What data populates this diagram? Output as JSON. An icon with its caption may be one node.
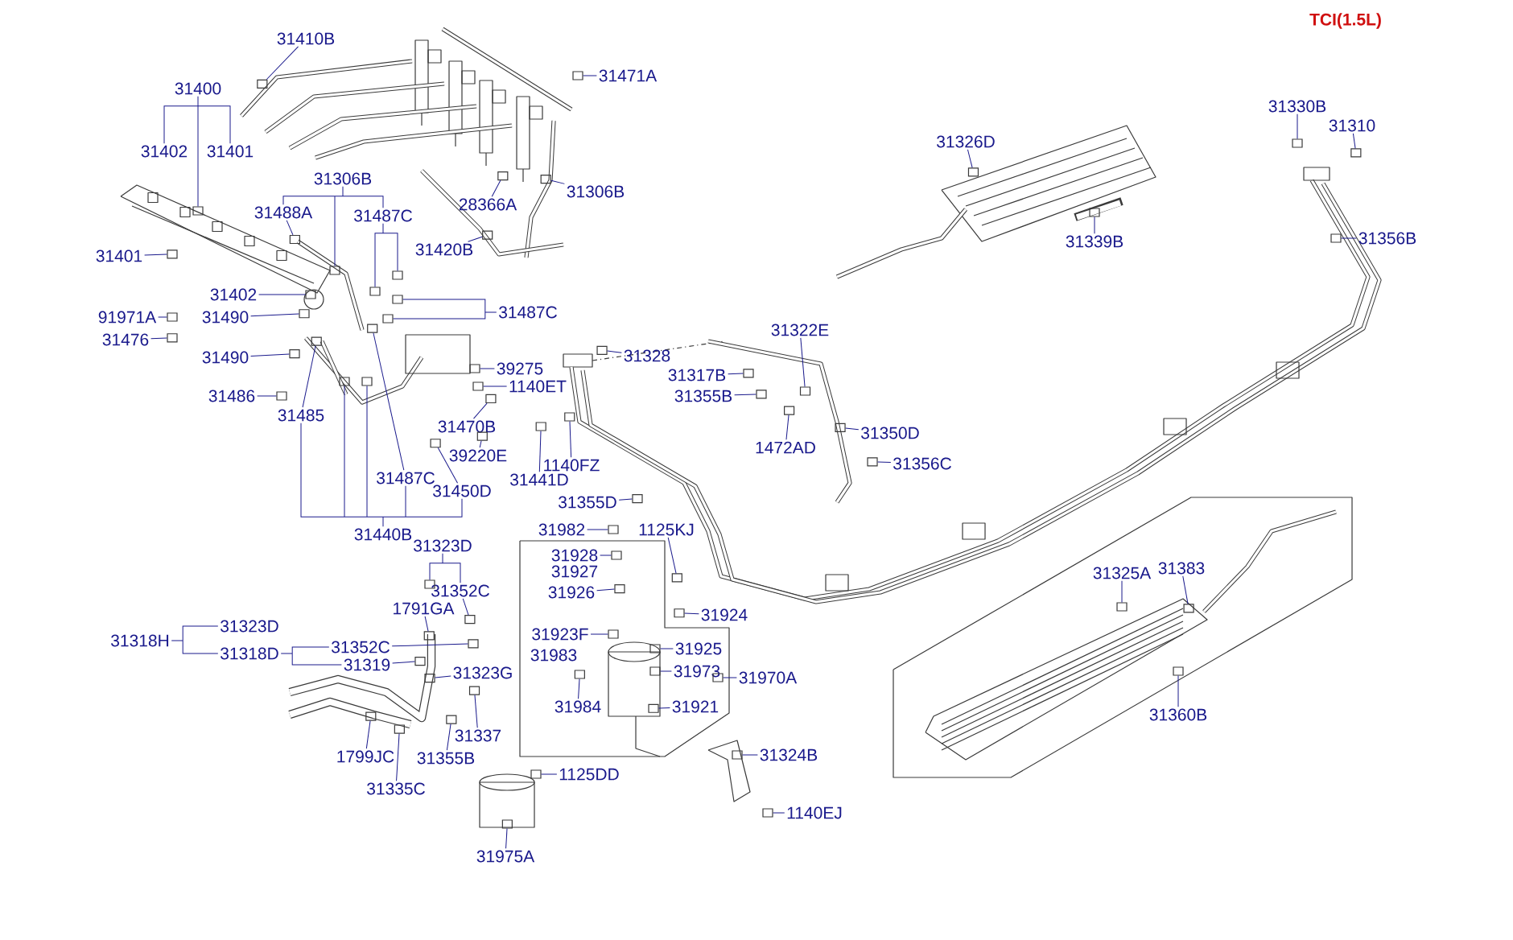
{
  "diagram": {
    "nodes": [
      {
        "text": [
          "31410B"
        ]
      },
      {
        "text": [
          "31471A"
        ]
      },
      {
        "text": [
          "31400"
        ]
      },
      {
        "text": [
          "31402"
        ]
      },
      {
        "text": [
          "31401"
        ]
      },
      {
        "text": [
          "31306B"
        ]
      },
      {
        "text": [
          "31488A"
        ]
      },
      {
        "text": [
          "31487C"
        ]
      },
      {
        "text": [
          "28366A"
        ]
      },
      {
        "text": [
          "31306B"
        ]
      },
      {
        "text": [
          "31420B"
        ]
      },
      {
        "text": [
          "31401"
        ]
      },
      {
        "text": [
          "31402"
        ]
      },
      {
        "text": [
          "91971A"
        ]
      },
      {
        "text": [
          "31490"
        ]
      },
      {
        "text": [
          "31476"
        ]
      },
      {
        "text": [
          "31490"
        ]
      },
      {
        "text": [
          "31487C"
        ]
      },
      {
        "text": [
          "39275"
        ]
      },
      {
        "text": [
          "1140ET"
        ]
      },
      {
        "text": [
          "31486"
        ]
      },
      {
        "text": [
          "31485"
        ]
      },
      {
        "text": [
          "31470B"
        ]
      },
      {
        "text": [
          "39220E"
        ]
      },
      {
        "text": [
          "31441D"
        ]
      },
      {
        "text": [
          "1140FZ"
        ]
      },
      {
        "text": [
          "31487C"
        ]
      },
      {
        "text": [
          "31450D"
        ]
      },
      {
        "text": [
          "31440B"
        ]
      },
      {
        "text": [
          "31323D"
        ]
      },
      {
        "text": [
          "31352C"
        ]
      },
      {
        "text": [
          "1791GA"
        ]
      },
      {
        "text": [
          "31318H"
        ]
      },
      {
        "text": [
          "31323D"
        ]
      },
      {
        "text": [
          "31318D"
        ]
      },
      {
        "text": [
          "31352C"
        ]
      },
      {
        "text": [
          "31319"
        ]
      },
      {
        "text": [
          "31323G"
        ]
      },
      {
        "text": [
          "31337"
        ]
      },
      {
        "text": [
          "1799JC"
        ]
      },
      {
        "text": [
          "31355B"
        ]
      },
      {
        "text": [
          "31335C"
        ]
      },
      {
        "text": [
          "1125DD"
        ]
      },
      {
        "text": [
          "31975A"
        ]
      },
      {
        "text": [
          "31326D"
        ]
      },
      {
        "text": [
          "31339B"
        ]
      },
      {
        "text": [
          "31330B"
        ]
      },
      {
        "text": [
          "31310"
        ]
      },
      {
        "text": [
          "31356B"
        ]
      },
      {
        "text": [
          "31322E"
        ]
      },
      {
        "text": [
          "31328"
        ]
      },
      {
        "text": [
          "31317B"
        ]
      },
      {
        "text": [
          "31355B"
        ]
      },
      {
        "text": [
          "1472AD"
        ]
      },
      {
        "text": [
          "31350D"
        ]
      },
      {
        "text": [
          "31356C"
        ]
      },
      {
        "text": [
          "31355D"
        ]
      },
      {
        "text": [
          "31982"
        ]
      },
      {
        "text": [
          "1125KJ"
        ]
      },
      {
        "text": [
          "31928"
        ]
      },
      {
        "text": [
          "31926"
        ]
      },
      {
        "text": [
          "31924"
        ]
      },
      {
        "text": [
          "31923F"
        ]
      },
      {
        "text": [
          "31925"
        ]
      },
      {
        "text": [
          "31973"
        ]
      },
      {
        "text": [
          "31970A"
        ]
      },
      {
        "text": [
          "31984"
        ]
      },
      {
        "text": [
          "31921"
        ]
      },
      {
        "text": [
          "31324B"
        ]
      },
      {
        "text": [
          "1140EJ"
        ]
      },
      {
        "text": [
          "31325A"
        ]
      },
      {
        "text": [
          "31383"
        ]
      },
      {
        "text": [
          "31360B"
        ]
      },
      {
        "text": [],
        "shape": "box"
      },
      {
        "text": [],
        "shape": "box"
      },
      {
        "text": [],
        "shape": "box"
      },
      {
        "text": [],
        "shape": "box"
      },
      {
        "text": [],
        "shape": "box"
      },
      {
        "text": [],
        "shape": "box"
      },
      {
        "text": [],
        "shape": "box"
      },
      {
        "text": [],
        "shape": "box"
      },
      {
        "text": [],
        "shape": "box"
      },
      {
        "text": [],
        "shape": "box"
      },
      {
        "text": [],
        "shape": "box"
      },
      {
        "text": [],
        "shape": "box"
      },
      {
        "text": [],
        "shape": "box"
      },
      {
        "text": [],
        "shape": "box"
      },
      {
        "text": [],
        "shape": "box"
      },
      {
        "text": [],
        "shape": "box"
      },
      {
        "text": [],
        "shape": "box"
      },
      {
        "text": [],
        "shape": "box"
      },
      {
        "text": [],
        "shape": "box"
      },
      {
        "text": [],
        "shape": "box"
      },
      {
        "text": [],
        "shape": "box"
      },
      {
        "text": [],
        "shape": "box"
      },
      {
        "text": [],
        "shape": "box"
      },
      {
        "text": [],
        "shape": "box"
      },
      {
        "text": [],
        "shape": "box"
      },
      {
        "text": [],
        "shape": "box"
      },
      {
        "text": [],
        "shape": "box"
      },
      {
        "text": [],
        "shape": "box"
      },
      {
        "text": [],
        "shape": "box"
      },
      {
        "text": [],
        "shape": "box"
      },
      {
        "text": [],
        "shape": "box"
      },
      {
        "text": [],
        "shape": "box"
      },
      {
        "text": [],
        "shape": "box"
      },
      {
        "text": [],
        "shape": "box"
      },
      {
        "text": [],
        "shape": "box"
      },
      {
        "text": [],
        "shape": "box"
      },
      {
        "text": [],
        "shape": "box"
      },
      {
        "text": [],
        "shape": "box"
      },
      {
        "text": [],
        "shape": "box"
      },
      {
        "text": [],
        "shape": "box"
      },
      {
        "text": [],
        "shape": "box"
      },
      {
        "text": [],
        "shape": "box"
      },
      {
        "text": [],
        "shape": "box"
      },
      {
        "text": [],
        "shape": "box"
      },
      {
        "text": [],
        "shape": "box"
      },
      {
        "text": [],
        "shape": "box"
      },
      {
        "text": [],
        "shape": "box"
      },
      {
        "text": [],
        "shape": "box"
      },
      {
        "text": [],
        "shape": "box"
      },
      {
        "text": [],
        "shape": "box"
      },
      {
        "text": [],
        "shape": "box"
      },
      {
        "text": [],
        "shape": "box"
      },
      {
        "text": [],
        "shape": "box"
      },
      {
        "text": [],
        "shape": "box"
      },
      {
        "text": [],
        "shape": "box"
      },
      {
        "text": [],
        "shape": "box"
      },
      {
        "text": [],
        "shape": "box"
      },
      {
        "text": [],
        "shape": "box"
      },
      {
        "text": [],
        "shape": "box"
      },
      {
        "text": [],
        "shape": "box"
      },
      {
        "text": [],
        "shape": "box"
      },
      {
        "text": [],
        "shape": "box"
      },
      {
        "text": [],
        "shape": "box"
      },
      {
        "text": [],
        "shape": "box"
      },
      {
        "text": [],
        "shape": "box"
      },
      {
        "text": [],
        "shape": "box"
      },
      {
        "text": [],
        "shape": "box"
      },
      {
        "text": [],
        "shape": "box"
      },
      {
        "text": [],
        "shape": "box"
      },
      {
        "text": [],
        "shape": "box"
      },
      {
        "text": [],
        "shape": "box"
      }
    ],
    "edges": [
      {
        "from": 0,
        "to": 73,
        "arrow": "none"
      },
      {
        "from": 1,
        "to": 74,
        "arrow": "none"
      },
      {
        "from": 2,
        "to": 3,
        "arrow": "none"
      },
      {
        "from": 2,
        "to": 4,
        "arrow": "none"
      },
      {
        "from": 2,
        "to": 75,
        "arrow": "none"
      },
      {
        "from": 5,
        "to": 6,
        "arrow": "none"
      },
      {
        "from": 5,
        "to": 7,
        "arrow": "none"
      },
      {
        "from": 5,
        "to": 76,
        "arrow": "none"
      },
      {
        "from": 6,
        "to": 77,
        "arrow": "none"
      },
      {
        "from": 7,
        "to": 78,
        "arrow": "none"
      },
      {
        "from": 7,
        "to": 79,
        "arrow": "none"
      },
      {
        "from": 8,
        "to": 80,
        "arrow": "none"
      },
      {
        "from": 9,
        "to": 81,
        "arrow": "none"
      },
      {
        "from": 10,
        "to": 82,
        "arrow": "none"
      },
      {
        "from": 11,
        "to": 83,
        "arrow": "none"
      },
      {
        "from": 12,
        "to": 84,
        "arrow": "none"
      },
      {
        "from": 13,
        "to": 85,
        "arrow": "none"
      },
      {
        "from": 14,
        "to": 86,
        "arrow": "none"
      },
      {
        "from": 15,
        "to": 87,
        "arrow": "none"
      },
      {
        "from": 16,
        "to": 88,
        "arrow": "none"
      },
      {
        "from": 17,
        "to": 89,
        "arrow": "none"
      },
      {
        "from": 17,
        "to": 90,
        "arrow": "none"
      },
      {
        "from": 18,
        "to": 91,
        "arrow": "none"
      },
      {
        "from": 19,
        "to": 92,
        "arrow": "none"
      },
      {
        "from": 20,
        "to": 93,
        "arrow": "none"
      },
      {
        "from": 21,
        "to": 94,
        "arrow": "none"
      },
      {
        "from": 22,
        "to": 95,
        "arrow": "none"
      },
      {
        "from": 23,
        "to": 96,
        "arrow": "none"
      },
      {
        "from": 24,
        "to": 97,
        "arrow": "none"
      },
      {
        "from": 25,
        "to": 98,
        "arrow": "none"
      },
      {
        "from": 26,
        "to": 99,
        "arrow": "none"
      },
      {
        "from": 27,
        "to": 100,
        "arrow": "none"
      },
      {
        "from": 28,
        "to": 21,
        "arrow": "none"
      },
      {
        "from": 28,
        "to": 26,
        "arrow": "none"
      },
      {
        "from": 28,
        "to": 27,
        "arrow": "none"
      },
      {
        "from": 28,
        "to": 101,
        "arrow": "none"
      },
      {
        "from": 28,
        "to": 102,
        "arrow": "none"
      },
      {
        "from": 29,
        "to": 30,
        "arrow": "none"
      },
      {
        "from": 29,
        "to": 103,
        "arrow": "none"
      },
      {
        "from": 30,
        "to": 104,
        "arrow": "none"
      },
      {
        "from": 31,
        "to": 105,
        "arrow": "none"
      },
      {
        "from": 32,
        "to": 33,
        "arrow": "none"
      },
      {
        "from": 32,
        "to": 34,
        "arrow": "none"
      },
      {
        "from": 34,
        "to": 35,
        "arrow": "none"
      },
      {
        "from": 34,
        "to": 36,
        "arrow": "none"
      },
      {
        "from": 35,
        "to": 106,
        "arrow": "none"
      },
      {
        "from": 36,
        "to": 107,
        "arrow": "none"
      },
      {
        "from": 37,
        "to": 108,
        "arrow": "none"
      },
      {
        "from": 38,
        "to": 109,
        "arrow": "none"
      },
      {
        "from": 39,
        "to": 110,
        "arrow": "none"
      },
      {
        "from": 40,
        "to": 111,
        "arrow": "none"
      },
      {
        "from": 41,
        "to": 112,
        "arrow": "none"
      },
      {
        "from": 42,
        "to": 113,
        "arrow": "none"
      },
      {
        "from": 43,
        "to": 114,
        "arrow": "none"
      },
      {
        "from": 44,
        "to": 115,
        "arrow": "none"
      },
      {
        "from": 45,
        "to": 116,
        "arrow": "none"
      },
      {
        "from": 46,
        "to": 117,
        "arrow": "none"
      },
      {
        "from": 47,
        "to": 118,
        "arrow": "none"
      },
      {
        "from": 48,
        "to": 119,
        "arrow": "none"
      },
      {
        "from": 49,
        "to": 120,
        "arrow": "none"
      },
      {
        "from": 50,
        "to": 121,
        "arrow": "none"
      },
      {
        "from": 51,
        "to": 122,
        "arrow": "none"
      },
      {
        "from": 52,
        "to": 123,
        "arrow": "none"
      },
      {
        "from": 53,
        "to": 124,
        "arrow": "none"
      },
      {
        "from": 54,
        "to": 125,
        "arrow": "none"
      },
      {
        "from": 55,
        "to": 126,
        "arrow": "none"
      },
      {
        "from": 56,
        "to": 127,
        "arrow": "none"
      },
      {
        "from": 57,
        "to": 128,
        "arrow": "none"
      },
      {
        "from": 58,
        "to": 129,
        "arrow": "none"
      },
      {
        "from": 59,
        "to": 130,
        "arrow": "none"
      },
      {
        "from": 60,
        "to": 131,
        "arrow": "none"
      },
      {
        "from": 61,
        "to": 132,
        "arrow": "none"
      },
      {
        "from": 62,
        "to": 133,
        "arrow": "none"
      },
      {
        "from": 63,
        "to": 134,
        "arrow": "none"
      },
      {
        "from": 64,
        "to": 135,
        "arrow": "none"
      },
      {
        "from": 65,
        "to": 136,
        "arrow": "none"
      },
      {
        "from": 66,
        "to": 137,
        "arrow": "none"
      },
      {
        "from": 67,
        "to": 138,
        "arrow": "none"
      },
      {
        "from": 68,
        "to": 139,
        "arrow": "none"
      },
      {
        "from": 69,
        "to": 140,
        "arrow": "none"
      },
      {
        "from": 70,
        "to": 141,
        "arrow": "none"
      },
      {
        "from": 71,
        "to": 142,
        "arrow": "none"
      },
      {
        "from": 72,
        "to": 143,
        "arrow": "none"
      }
    ],
    "labels": [
      "TCI(1.5L)",
      "31927",
      "31983"
    ]
  }
}
